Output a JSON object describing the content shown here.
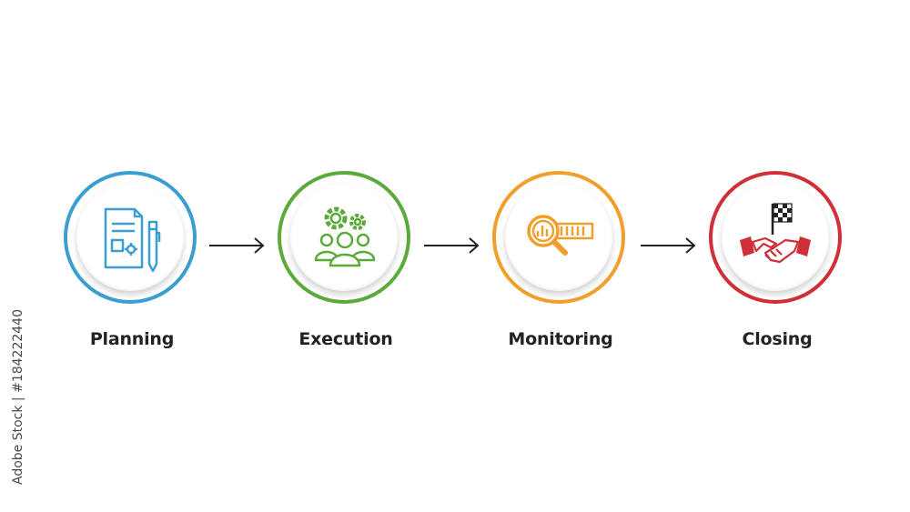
{
  "diagram": {
    "steps": [
      {
        "label": "Planning",
        "icon": "document-pen-icon",
        "color": "#3a9fcf"
      },
      {
        "label": "Execution",
        "icon": "team-gears-icon",
        "color": "#5ca93c"
      },
      {
        "label": "Monitoring",
        "icon": "magnifier-chart-icon",
        "color": "#f0a02a"
      },
      {
        "label": "Closing",
        "icon": "handshake-flag-icon",
        "color": "#cf2f36"
      }
    ]
  },
  "watermark": {
    "credit": "Adobe Stock | #184222440"
  }
}
